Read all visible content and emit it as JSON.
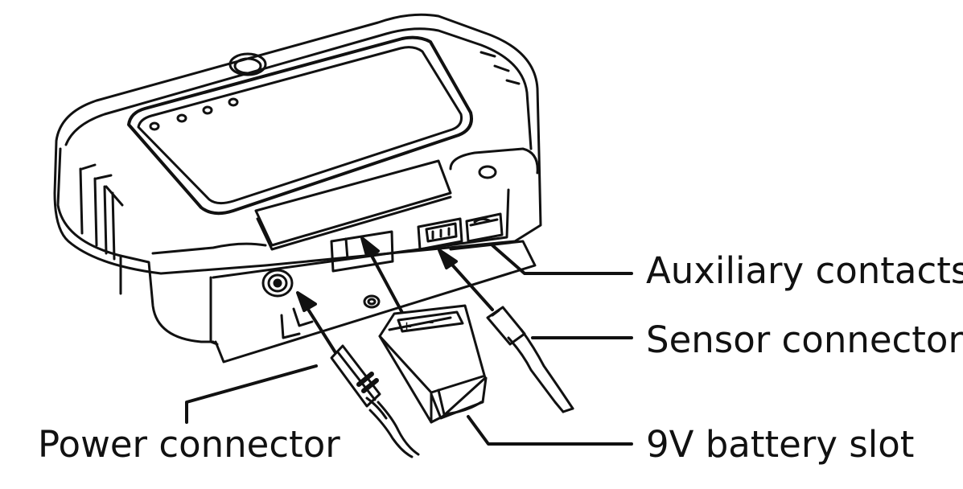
{
  "labels": {
    "auxiliary_contacts": "Auxiliary contacts",
    "sensor_connector": "Sensor connector",
    "battery_slot": "9V battery slot",
    "power_connector": "Power connector",
    "battery_plus": "+",
    "battery_minus": "-"
  },
  "colors": {
    "line": "#111111",
    "fill": "#ffffff"
  }
}
